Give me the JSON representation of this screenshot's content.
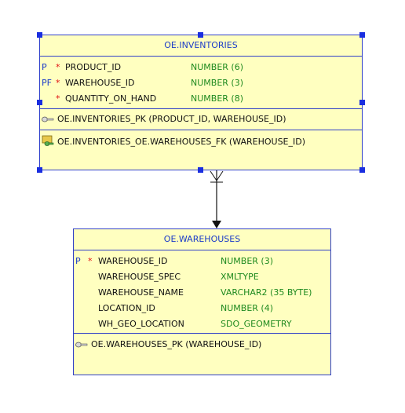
{
  "inventories": {
    "title": "OE.INVENTORIES",
    "columns": [
      {
        "key": "P",
        "required": "*",
        "name": "PRODUCT_ID",
        "type": "NUMBER (6)"
      },
      {
        "key": "PF",
        "required": "*",
        "name": "WAREHOUSE_ID",
        "type": "NUMBER (3)"
      },
      {
        "key": "",
        "required": "*",
        "name": "QUANTITY_ON_HAND",
        "type": "NUMBER (8)"
      }
    ],
    "primary_key": "OE.INVENTORIES_PK (PRODUCT_ID, WAREHOUSE_ID)",
    "foreign_key": "OE.INVENTORIES_OE.WAREHOUSES_FK (WAREHOUSE_ID)"
  },
  "warehouses": {
    "title": "OE.WAREHOUSES",
    "columns": [
      {
        "key": "P",
        "required": "*",
        "name": "WAREHOUSE_ID",
        "type": "NUMBER (3)"
      },
      {
        "key": "",
        "required": "",
        "name": "WAREHOUSE_SPEC",
        "type": "XMLTYPE"
      },
      {
        "key": "",
        "required": "",
        "name": "WAREHOUSE_NAME",
        "type": "VARCHAR2 (35 BYTE)"
      },
      {
        "key": "",
        "required": "",
        "name": "LOCATION_ID",
        "type": "NUMBER (4)"
      },
      {
        "key": "",
        "required": "",
        "name": "WH_GEO_LOCATION",
        "type": "SDO_GEOMETRY"
      }
    ],
    "primary_key": "OE.WAREHOUSES_PK (WAREHOUSE_ID)"
  },
  "colors": {
    "table_fill": "#ffffc0",
    "border": "#3040c8",
    "title_text": "#1c3cc8",
    "type_text": "#1f8a1f",
    "required_mark": "#e01010",
    "selection_handle": "#1a2ee0"
  },
  "icons": {
    "primary_key": "key-icon",
    "foreign_key": "foreign-key-icon"
  }
}
